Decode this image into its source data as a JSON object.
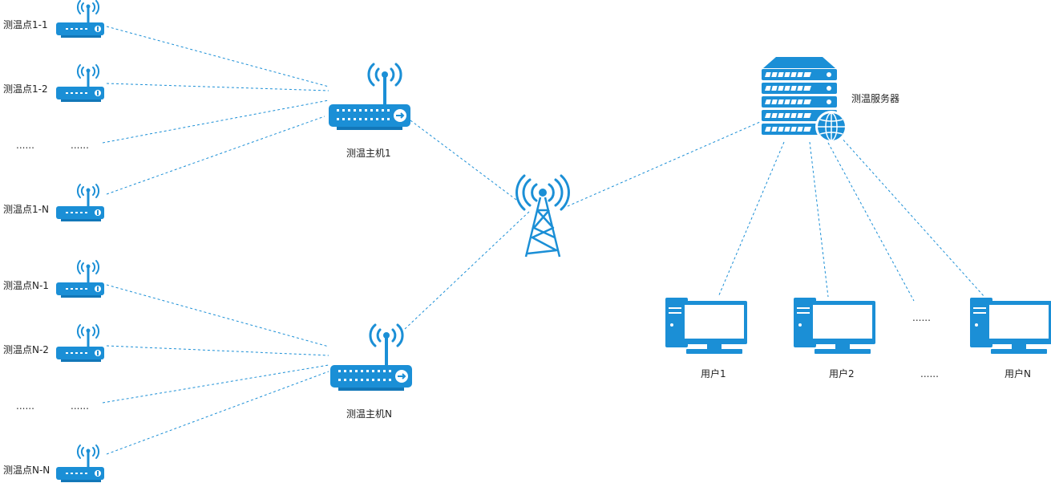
{
  "colors": {
    "icon": "#1b8fd6",
    "icon_dark": "#1277b8",
    "link": "#1b8fd6"
  },
  "sensors_group1": [
    "测温点1-1",
    "测温点1-2",
    "测温点1-N"
  ],
  "sensors_groupN": [
    "测温点N-1",
    "测温点N-2",
    "测温点N-N"
  ],
  "hosts": [
    "测温主机1",
    "测温主机N"
  ],
  "server_label": "测温服务器",
  "users": [
    "用户1",
    "用户2",
    "用户N"
  ],
  "ellipsis": "......",
  "icons": {
    "sensor": "wireless-router-icon",
    "host": "wireless-router-icon",
    "tower": "cell-tower-icon",
    "server": "server-globe-icon",
    "user": "desktop-computer-icon"
  }
}
